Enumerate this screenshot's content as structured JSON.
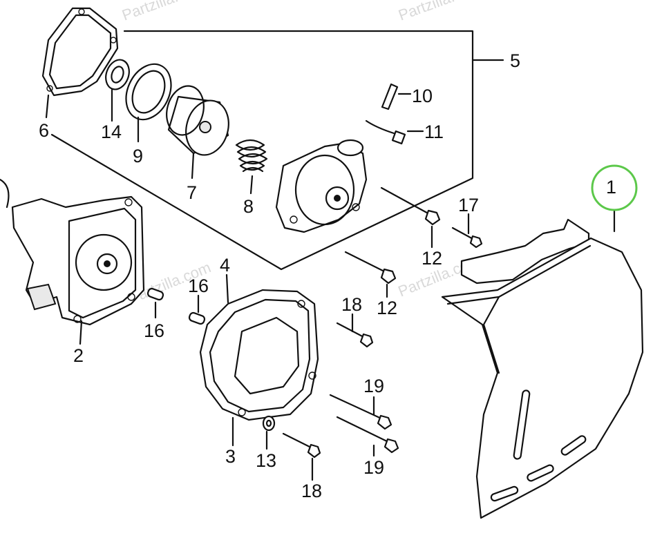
{
  "watermark": "Partzilla.com",
  "highlight": {
    "part": "1",
    "color": "#5cc84a"
  },
  "callouts": [
    "1",
    "2",
    "3",
    "4",
    "5",
    "6",
    "7",
    "8",
    "9",
    "10",
    "11",
    "12",
    "12",
    "13",
    "14",
    "16",
    "16",
    "17",
    "18",
    "18",
    "19",
    "19"
  ]
}
